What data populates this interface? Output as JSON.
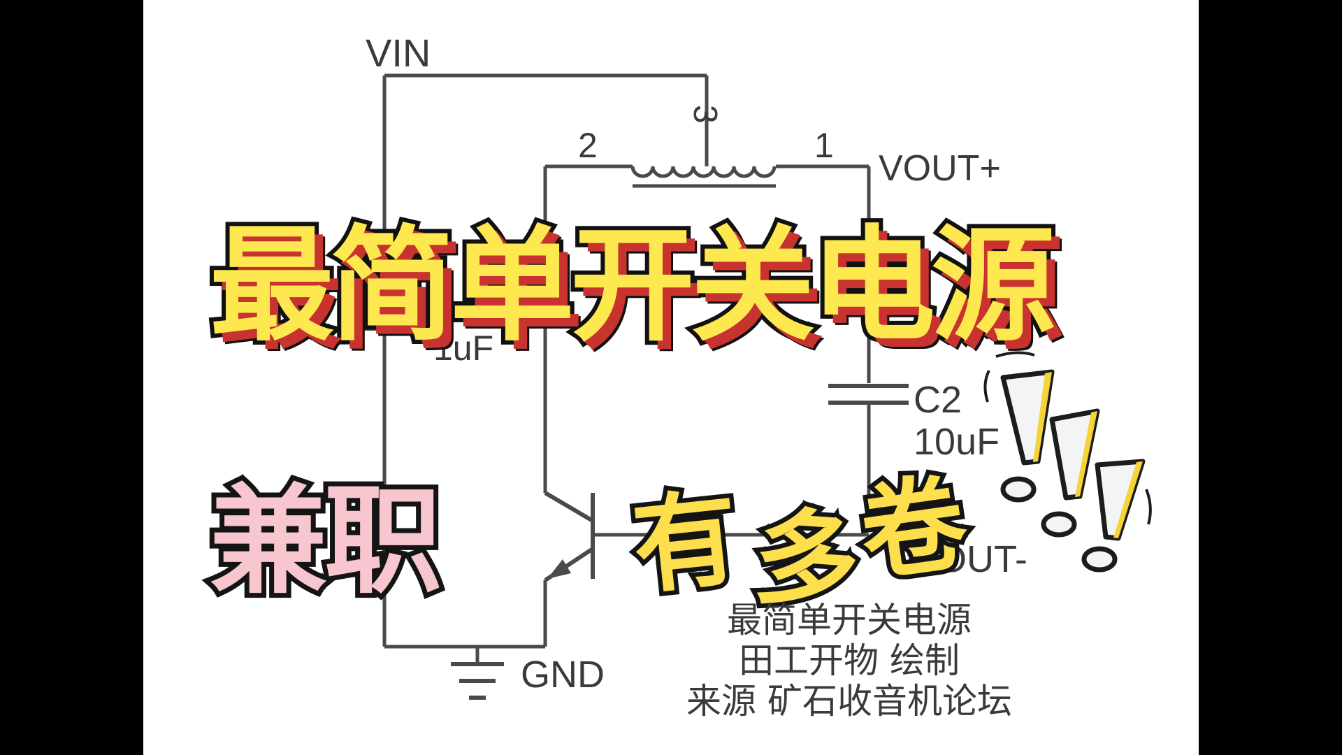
{
  "labels": {
    "vin": "VIN",
    "pin3": "3",
    "pin2": "2",
    "pin1": "1",
    "vout_plus": "VOUT+",
    "c1_value": "1uF",
    "c2_name": "C2",
    "c2_value": "10uF",
    "vout_minus": "VOUT-",
    "gnd": "GND"
  },
  "overlay": {
    "title": "最简单开关电源",
    "parttime": "兼职",
    "youduojuan": [
      "有",
      "多",
      "卷"
    ]
  },
  "credits": {
    "line1": "最简单开关电源",
    "line2": "田工开物 绘制",
    "line3": "来源 矿石收音机论坛"
  },
  "colors": {
    "wire": "#4a4a4a",
    "title_fill": "#fde84f",
    "title_shadow": "#c8322f",
    "parttime_fill": "#f7c6cf",
    "sticker_fill": "#fddf4e",
    "exclaim_fill": "#f3f4f6",
    "exclaim_accent": "#f5d33b"
  }
}
